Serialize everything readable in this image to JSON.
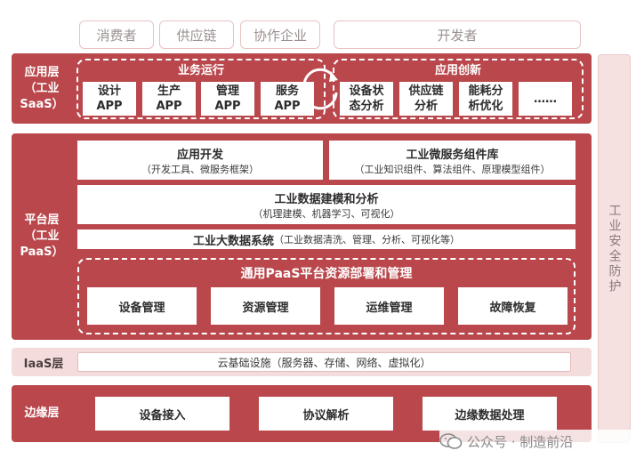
{
  "top_row": [
    "消费者",
    "供应链",
    "协作企业",
    "开发者"
  ],
  "app_layer": {
    "label_line1": "应用层",
    "label_line2": "（工业SaaS）",
    "ops_title": "业务运行",
    "ops_apps": [
      {
        "l1": "设计",
        "l2": "APP"
      },
      {
        "l1": "生产",
        "l2": "APP"
      },
      {
        "l1": "管理",
        "l2": "APP"
      },
      {
        "l1": "服务",
        "l2": "APP"
      }
    ],
    "inno_title": "应用创新",
    "inno_apps": [
      {
        "l1": "设备状",
        "l2": "态分析"
      },
      {
        "l1": "供应链",
        "l2": "分析"
      },
      {
        "l1": "能耗分",
        "l2": "析优化"
      },
      {
        "l1": "……",
        "l2": ""
      }
    ]
  },
  "platform_layer": {
    "label_line1": "平台层",
    "label_line2": "（工业PaaS）",
    "app_dev_title": "应用开发",
    "app_dev_sub": "（开发工具、微服务框架）",
    "micro_title": "工业微服务组件库",
    "micro_sub": "（工业知识组件、算法组件、原理模型组件）",
    "modeling_title": "工业数据建模和分析",
    "modeling_sub": "（机理建模、机器学习、可视化）",
    "bigdata_title": "工业大数据系统",
    "bigdata_sub": "（工业数据清洗、管理、分析、可视化等）",
    "paas_title": "通用PaaS平台资源部署和管理",
    "paas_items": [
      "设备管理",
      "资源管理",
      "运维管理",
      "故障恢复"
    ]
  },
  "iaas_layer": {
    "label": "IaaS层",
    "content": "云基础设施（服务器、存储、网络、虚拟化）"
  },
  "edge_layer": {
    "label": "边缘层",
    "items": [
      "设备接入",
      "协议解析",
      "边缘数据处理"
    ]
  },
  "security": "工业安全防护",
  "watermark": "公众号 · 制造前沿",
  "colors": {
    "band": "#b9474b",
    "light": "#f4dcdc",
    "top_border": "#e5c3c3"
  }
}
